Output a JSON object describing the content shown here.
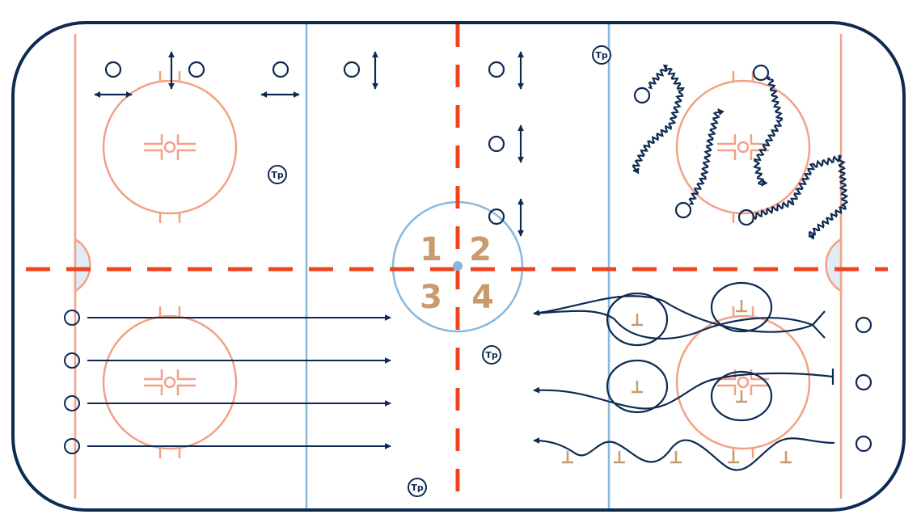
{
  "colors": {
    "board": "#0e2a52",
    "faceoff": "#f4a085",
    "blue_line": "#86b8e0",
    "red_line": "#f04420",
    "zone_number": "#c89a6c",
    "crease_fill": "#e2ecf7",
    "player": "#0e2a52",
    "drill_path": "#0e2a52",
    "cone": "#c89a6c"
  },
  "rink": {
    "quadrants": [
      "1",
      "2",
      "3",
      "4"
    ],
    "coach_marker_label": "Tp"
  },
  "icons": {
    "player": "player-circle-icon",
    "coach": "coach-tp-icon",
    "cone": "cone-icon",
    "pass": "double-arrow-icon",
    "skate": "arrow-icon",
    "stickhandle": "wavy-arrow-icon"
  },
  "quadrant_1": {
    "stations": 4
  },
  "quadrant_2": {
    "attack_groups": 4
  },
  "quadrant_3": {
    "skating_lanes": 4
  },
  "quadrant_4": {
    "cone_groups": 3,
    "slalom_cones": 5
  }
}
